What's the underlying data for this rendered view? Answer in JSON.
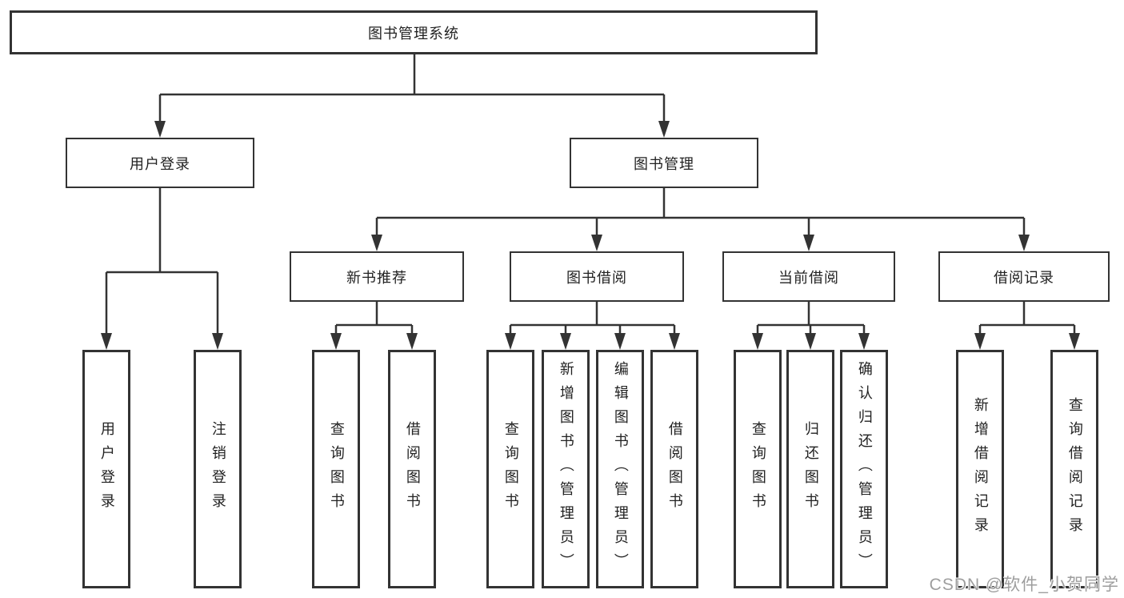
{
  "title": "图书管理系统",
  "watermark": "CSDN @软件_小贺同学",
  "colors": {
    "line": "#333333",
    "border": "#333333",
    "text": "#222222",
    "watermark": "#9e9e9e",
    "background": "#ffffff"
  },
  "tree": {
    "root": "图书管理系统",
    "branches": [
      {
        "label": "用户登录",
        "children": [
          "用户登录",
          "注销登录"
        ]
      },
      {
        "label": "图书管理",
        "sections": [
          {
            "label": "新书推荐",
            "children": [
              "查询图书",
              "借阅图书"
            ]
          },
          {
            "label": "图书借阅",
            "children": [
              "查询图书",
              "新增图书（管理员）",
              "编辑图书（管理员）",
              "借阅图书"
            ]
          },
          {
            "label": "当前借阅",
            "children": [
              "查询图书",
              "归还图书",
              "确认归还（管理员）"
            ]
          },
          {
            "label": "借阅记录",
            "children": [
              "新增借阅记录",
              "查询借阅记录"
            ]
          }
        ]
      }
    ]
  }
}
